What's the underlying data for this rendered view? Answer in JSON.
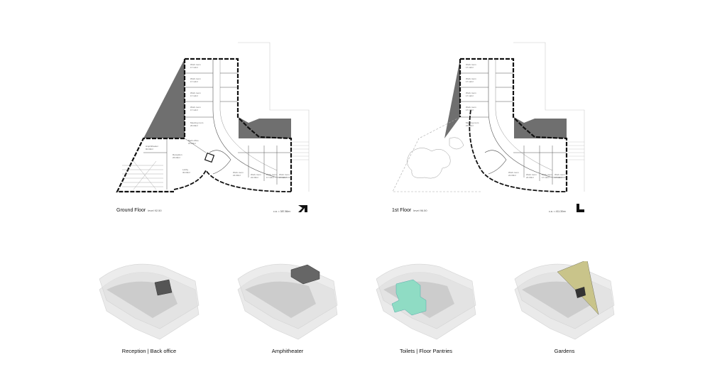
{
  "plans": [
    {
      "title": "Ground Floor",
      "level": "level 92.50",
      "area": "c.a. = 387.86m²",
      "rooms": [
        {
          "name": "Work room",
          "size": "17.12m²"
        },
        {
          "name": "Work room",
          "size": "17.12m²"
        },
        {
          "name": "Work room",
          "size": "17.12m²"
        },
        {
          "name": "Work room",
          "size": "17.12m²"
        },
        {
          "name": "Meeting room",
          "size": "26.00m²"
        },
        {
          "name": "Back office",
          "size": "15.00m²"
        },
        {
          "name": "Amphitheater",
          "size": "90.00m²"
        },
        {
          "name": "Reception",
          "size": "26.00m²"
        },
        {
          "name": "Lobby",
          "size": "30.00m²"
        },
        {
          "name": "Work room",
          "size": "22.00m²"
        },
        {
          "name": "Work room",
          "size": "22.00m²"
        },
        {
          "name": "Work room",
          "size": "17.12m²"
        },
        {
          "name": "Work room",
          "size": "17.12m²"
        }
      ]
    },
    {
      "title": "1st Floor",
      "level": "level 96.50",
      "area": "c.a. = 411.30m²",
      "rooms": [
        {
          "name": "Work room",
          "size": "17.12m²"
        },
        {
          "name": "Work room",
          "size": "17.12m²"
        },
        {
          "name": "Work room",
          "size": "17.12m²"
        },
        {
          "name": "Work room",
          "size": "17.12m²"
        },
        {
          "name": "Meeting room",
          "size": "26.00m²"
        },
        {
          "name": "Work room",
          "size": "22.00m²"
        },
        {
          "name": "Work room",
          "size": "22.00m²"
        },
        {
          "name": "Work room",
          "size": "17.12m²"
        },
        {
          "name": "Work room",
          "size": "17.12m²"
        }
      ]
    }
  ],
  "diagrams": [
    {
      "caption": "Reception  |  Back office",
      "highlight": "#555555"
    },
    {
      "caption": "Amphitheater",
      "highlight": "#666666"
    },
    {
      "caption": "Toilets  |  Floor Pantries",
      "highlight": "#8fdcc4"
    },
    {
      "caption": "Gardens",
      "highlight": "#c9c48a"
    }
  ]
}
